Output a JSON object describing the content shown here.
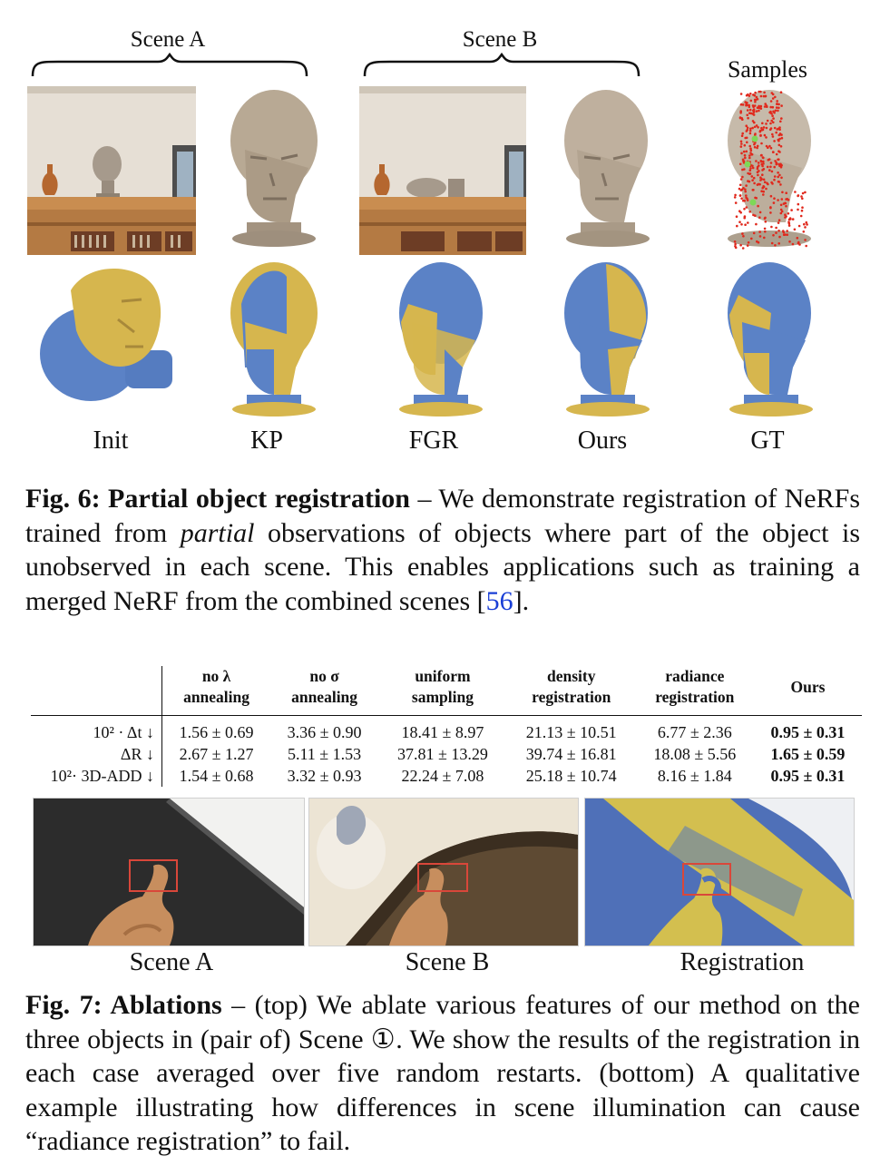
{
  "fig6": {
    "scene_a_label": "Scene A",
    "scene_b_label": "Scene B",
    "samples_label": "Samples",
    "column_labels": [
      "Init",
      "KP",
      "FGR",
      "Ours",
      "GT"
    ],
    "caption": {
      "lead": "Fig. 6: Partial object registration",
      "dash": " – ",
      "text1": "We demonstrate registration of NeRFs trained from ",
      "emph": "partial",
      "text2": " observations of objects where part of the object is unobserved in each scene. This enables applications such as training a merged NeRF from the combined scenes [",
      "cite": "56",
      "text3": "]."
    },
    "colors": {
      "blue": "#5b82c6",
      "yellow": "#d6b64e",
      "stone": "#b9aa98",
      "red_samples": "#e0281c",
      "green_samples": "#7ed957"
    }
  },
  "table": {
    "headers": [
      [
        "no λ",
        "annealing"
      ],
      [
        "no σ",
        "annealing"
      ],
      [
        "uniform",
        "sampling"
      ],
      [
        "density",
        "registration"
      ],
      [
        "radiance",
        "registration"
      ],
      [
        "Ours"
      ]
    ],
    "rows": [
      {
        "label": "10² · Δt ↓",
        "values": [
          "1.56 ± 0.69",
          "3.36 ± 0.90",
          "18.41 ± 8.97",
          "21.13 ± 10.51",
          "6.77 ± 2.36",
          "0.95 ± 0.31"
        ]
      },
      {
        "label": "ΔR ↓",
        "values": [
          "2.67 ± 1.27",
          "5.11 ± 1.53",
          "37.81 ± 13.29",
          "39.74 ± 16.81",
          "18.08 ± 5.56",
          "1.65 ± 0.59"
        ]
      },
      {
        "label": "10²· 3D-ADD ↓",
        "values": [
          "1.54 ± 0.68",
          "3.32 ± 0.93",
          "22.24 ± 7.08",
          "25.18 ± 10.74",
          "8.16 ± 1.84",
          "0.95 ± 0.31"
        ]
      }
    ]
  },
  "fig7": {
    "labels": [
      "Scene A",
      "Scene B",
      "Registration"
    ],
    "caption": {
      "lead": "Fig. 7: Ablations",
      "dash": " – ",
      "text": "(top) We ablate various features of our method on the three objects in (pair of) Scene ①. We show the results of the registration in each case averaged over five random restarts. (bottom) A qualitative example illustrating how differences in scene illumination can cause “radiance registration” to fail."
    },
    "colors": {
      "box": "#d9473a",
      "dark_table": "#2a2a2a",
      "wood": "#6a5032"
    }
  }
}
